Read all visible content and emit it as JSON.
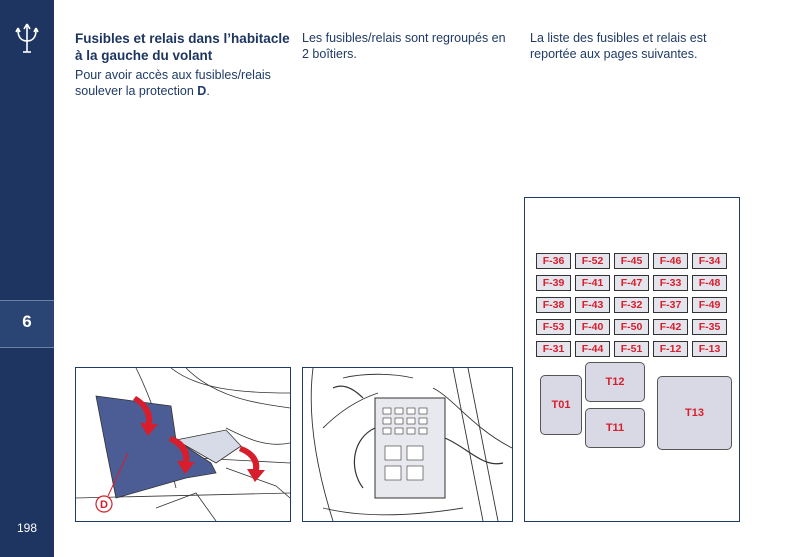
{
  "header": {
    "title": "Fusibles et relais dans l’habitacle à la gauche du volant",
    "intro_prefix": "Pour avoir accès aux fusibles/relais soulever la protection ",
    "intro_bold": "D",
    "intro_suffix": "."
  },
  "column2": {
    "text": "Les fusibles/relais sont regroupés en 2 boîtiers."
  },
  "column3": {
    "text": "La liste des fusibles et relais est reportée aux pages suivantes."
  },
  "sidebar": {
    "chapter": "6",
    "page_number": "198",
    "logo_icon": "trident-logo-icon"
  },
  "figures": {
    "photo1_callout": "D"
  },
  "fuse_box": {
    "fuses": [
      [
        "F-36",
        "F-52",
        "F-45",
        "F-46",
        "F-34"
      ],
      [
        "F-39",
        "F-41",
        "F-47",
        "F-33",
        "F-48"
      ],
      [
        "F-38",
        "F-43",
        "F-32",
        "F-37",
        "F-49"
      ],
      [
        "F-53",
        "F-40",
        "F-50",
        "F-42",
        "F-35"
      ],
      [
        "F-31",
        "F-44",
        "F-51",
        "F-12",
        "F-13"
      ]
    ],
    "relays": {
      "t01": "T01",
      "t12": "T12",
      "t11": "T11",
      "t13": "T13"
    },
    "label_color": "#d81e2c"
  }
}
